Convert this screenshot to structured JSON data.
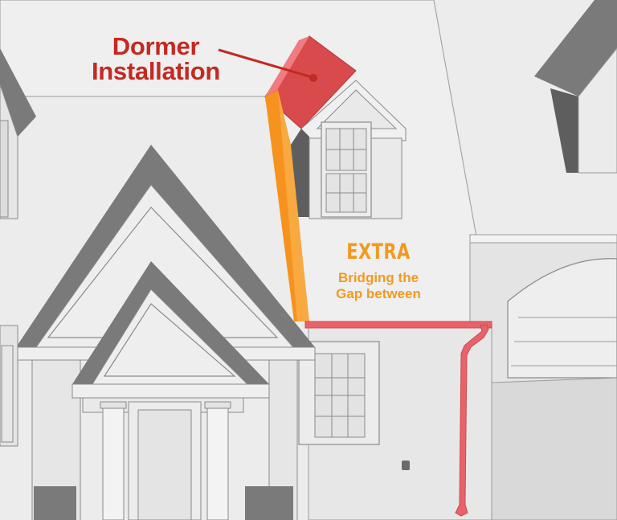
{
  "labels": {
    "dormer_line1": "Dormer",
    "dormer_line2": "Installation",
    "extra_title": "EXTRA",
    "extra_line1": "Bridging the",
    "extra_line2": "Gap between"
  },
  "colors": {
    "dormer_label": "#c32a22",
    "extra_label": "#f29a1f",
    "dormer_roof_highlight": "#d84a4d",
    "bridge_highlight": "#f6921e",
    "gutter_and_downspout": "#e9626a",
    "roof_gray": "#7a7a7a",
    "wall_light": "#ececec",
    "outline": "#7c7c7c"
  }
}
